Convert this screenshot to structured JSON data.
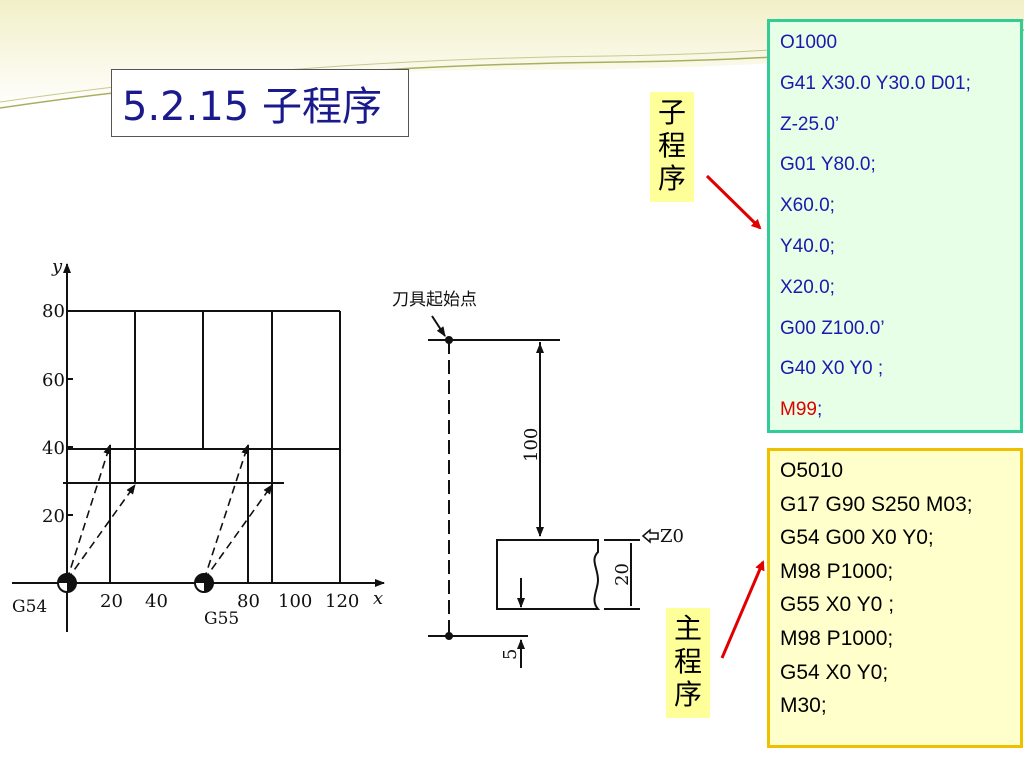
{
  "title": "5.2.15 子程序",
  "subprogram_label": [
    "子",
    "程",
    "序"
  ],
  "main_program_label": [
    "主",
    "程",
    "序"
  ],
  "subprogram_code": [
    {
      "text": "O1000"
    },
    {
      "text": "G41 X30.0 Y30.0 D01;"
    },
    {
      "text": "Z-25.0’"
    },
    {
      "text": "G01 Y80.0;"
    },
    {
      "text": "X60.0;"
    },
    {
      "text": "Y40.0;"
    },
    {
      "text": "X20.0;"
    },
    {
      "text": "G00 Z100.0’"
    },
    {
      "text": "G40 X0 Y0 ;"
    },
    {
      "text": "M99",
      "suffix": ";"
    }
  ],
  "main_code": [
    "O5010",
    "G17 G90 S250 M03;",
    "G54 G00 X0 Y0;",
    "M98 P1000;",
    "G55 X0 Y0 ;",
    "M98 P1000;",
    "G54 X0 Y0;",
    "M30;"
  ],
  "diagram": {
    "y_axis_label": "y",
    "x_axis_label": "x",
    "y_ticks": [
      "80",
      "60",
      "40",
      "20"
    ],
    "x_ticks": [
      "20",
      "40",
      "80",
      "100",
      "120"
    ],
    "origin_labels": [
      "G54",
      "G55"
    ],
    "tool_start_label": "刀具起始点",
    "dim_100": "100",
    "dim_20": "20",
    "dim_5": "5",
    "z0_label": "Z0"
  },
  "colors": {
    "title": "#1a1a8c",
    "sub_code": "#1a1ab0",
    "sub_border": "#33cc99",
    "sub_bg": "#e6ffe6",
    "main_border": "#f0c000",
    "main_bg": "#ffffcc",
    "label_bg": "#ffff99",
    "arrow": "#e00000"
  }
}
